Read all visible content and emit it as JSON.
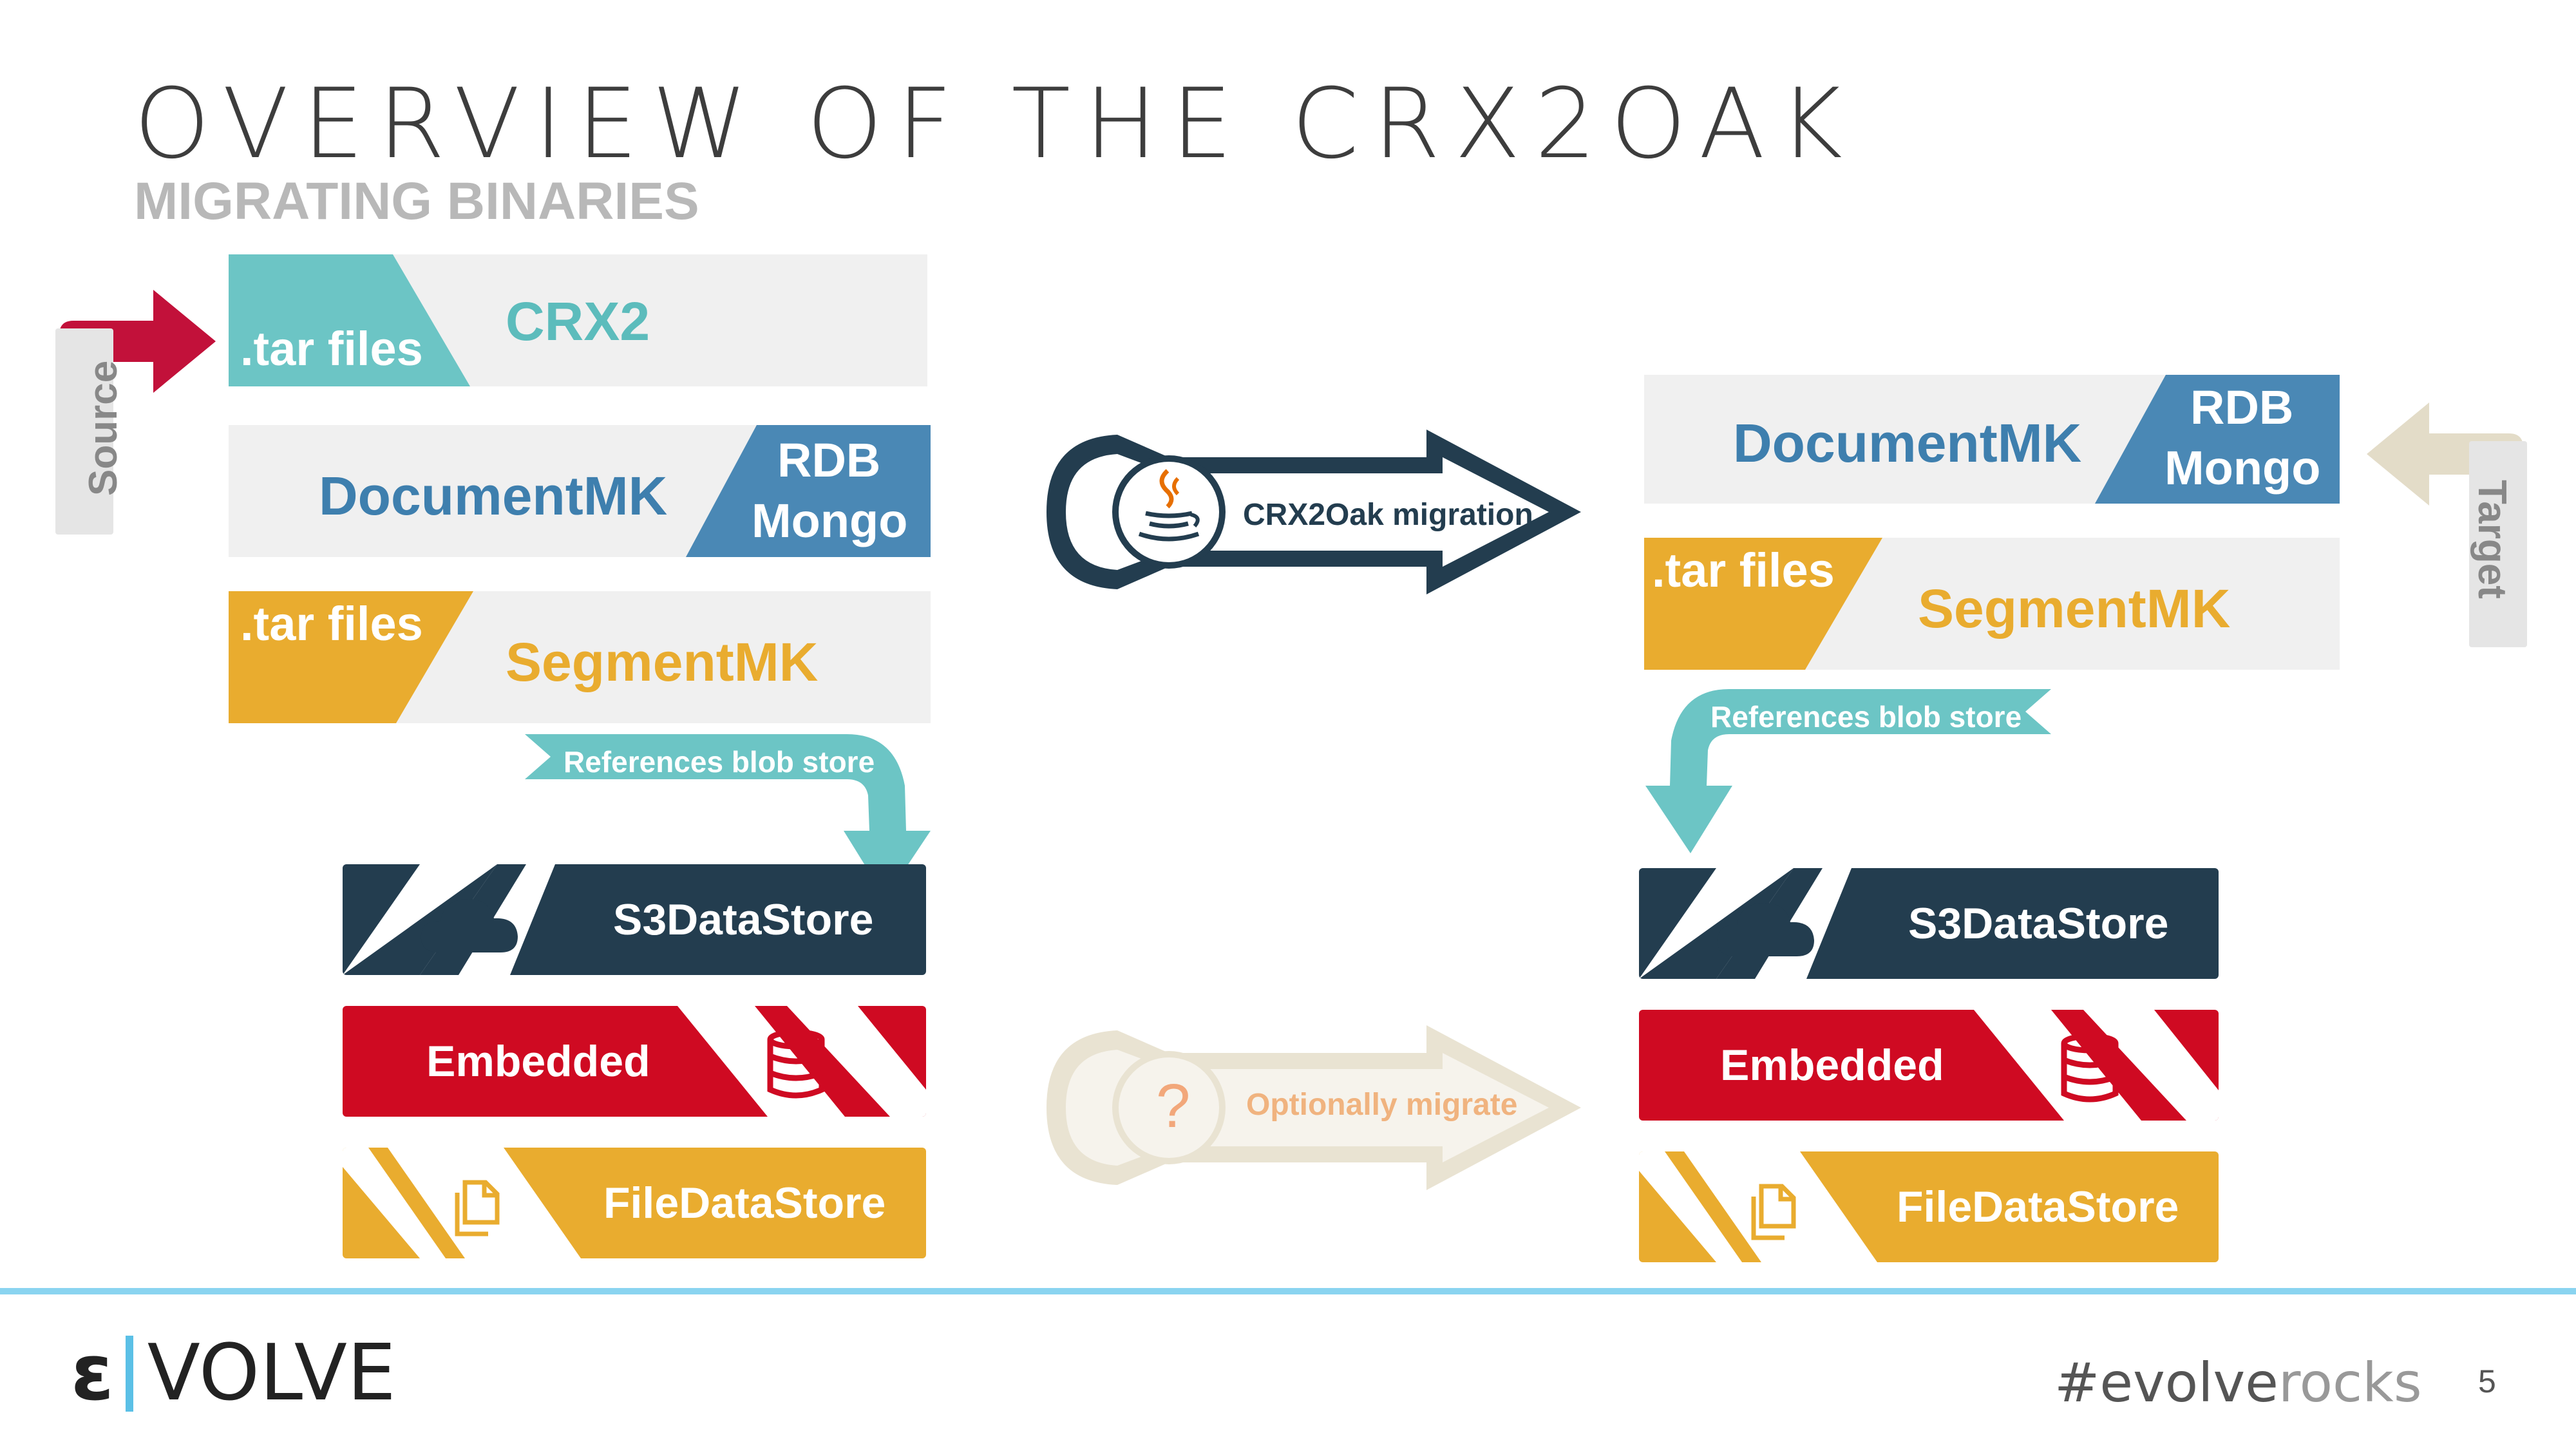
{
  "header": {
    "title": "OVERVIEW OF THE CRX2OAK",
    "subtitle": "MIGRATING BINARIES"
  },
  "source": {
    "label": "Source",
    "crx2": {
      "tag": ".tar files",
      "name": "CRX2"
    },
    "documentmk": {
      "name": "DocumentMK",
      "tag_line1": "RDB",
      "tag_line2": "Mongo"
    },
    "segmentmk": {
      "tag": ".tar files",
      "name": "SegmentMK"
    },
    "references": "References blob store",
    "stores": {
      "s3": "S3DataStore",
      "embedded": "Embedded",
      "file": "FileDataStore"
    }
  },
  "target": {
    "label": "Target",
    "documentmk": {
      "name": "DocumentMK",
      "tag_line1": "RDB",
      "tag_line2": "Mongo"
    },
    "segmentmk": {
      "tag": ".tar files",
      "name": "SegmentMK"
    },
    "references": "References blob store",
    "stores": {
      "s3": "S3DataStore",
      "embedded": "Embedded",
      "file": "FileDataStore"
    }
  },
  "arrows": {
    "migration": "CRX2Oak migration",
    "optional": "Optionally migrate",
    "optional_symbol": "?"
  },
  "footer": {
    "brand": "VOLVE",
    "hashtag_dark": "#evolve",
    "hashtag_light": "rocks",
    "page": "5"
  },
  "colors": {
    "teal": "#6cc5c5",
    "blue": "#4a88b5",
    "dark_blue_text": "#3e7fae",
    "orange": "#e9ac2f",
    "red": "#cf0a22",
    "navy": "#233d4f",
    "crimson": "#c2113a",
    "beige": "#e3dcc8"
  }
}
